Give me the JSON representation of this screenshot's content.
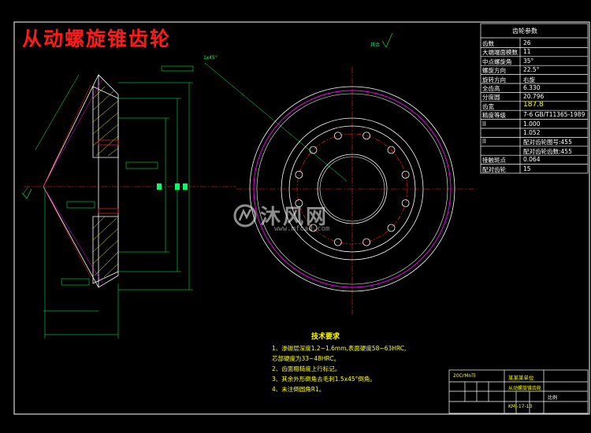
{
  "drawing": {
    "title": "从动螺旋锥齿轮",
    "watermark": {
      "brand": "沐风网",
      "url": "www.mfcad.com"
    }
  },
  "parameter_table": {
    "header": "齿轮参数",
    "rows": [
      {
        "label": "齿数",
        "value": "26"
      },
      {
        "label": "大端端面模数",
        "value": "11"
      },
      {
        "label": "中点螺旋角",
        "value": "35°"
      },
      {
        "label": "螺旋方向",
        "value": "22.5°"
      },
      {
        "label": "旋转方向",
        "value": "右旋"
      },
      {
        "label": "全齿高",
        "value": "6.330"
      },
      {
        "label": "分度圆",
        "value": "20.796"
      },
      {
        "label": "齿宽",
        "value": "187.8"
      },
      {
        "label": "精度等级",
        "value": "7-6 GB/T11365-1989"
      },
      {
        "label": "II",
        "value": "1.000"
      },
      {
        "label": "",
        "value": "1.052"
      },
      {
        "label": "II",
        "value": "配对齿轮图号:455"
      },
      {
        "label": "",
        "value": "配对齿轮齿数:455"
      },
      {
        "label": "接触斑点",
        "value": "0.064"
      },
      {
        "label": "配对齿轮",
        "value": "15"
      }
    ]
  },
  "tech_requirements": {
    "title": "技术要求",
    "items": [
      "1、渗碳层深度1.2~1.6mm,表面硬度58~63HRC,",
      "   芯部硬度为33~48HRC。",
      "2、齿面粗糙度上行标记。",
      "3、其余外形倒角去毛刺1.5x45°倒角。",
      "4、未注倒圆角R1。"
    ]
  },
  "title_block": {
    "company": "某某某单位",
    "drawing_name": "从动螺旋锥齿轮",
    "drawing_number": "KMJ-17-13",
    "material": "20CrMnTi",
    "scale_label": "比例"
  },
  "dimension_labels": {
    "top_note": "1x45°",
    "side_note": "其余"
  },
  "colors": {
    "outline": "#ffffff",
    "dimension": "#00ff66",
    "center": "#ff2020",
    "pitch": "#ff00ff",
    "hatch": "#ffff00",
    "frame": "#ffffff"
  }
}
